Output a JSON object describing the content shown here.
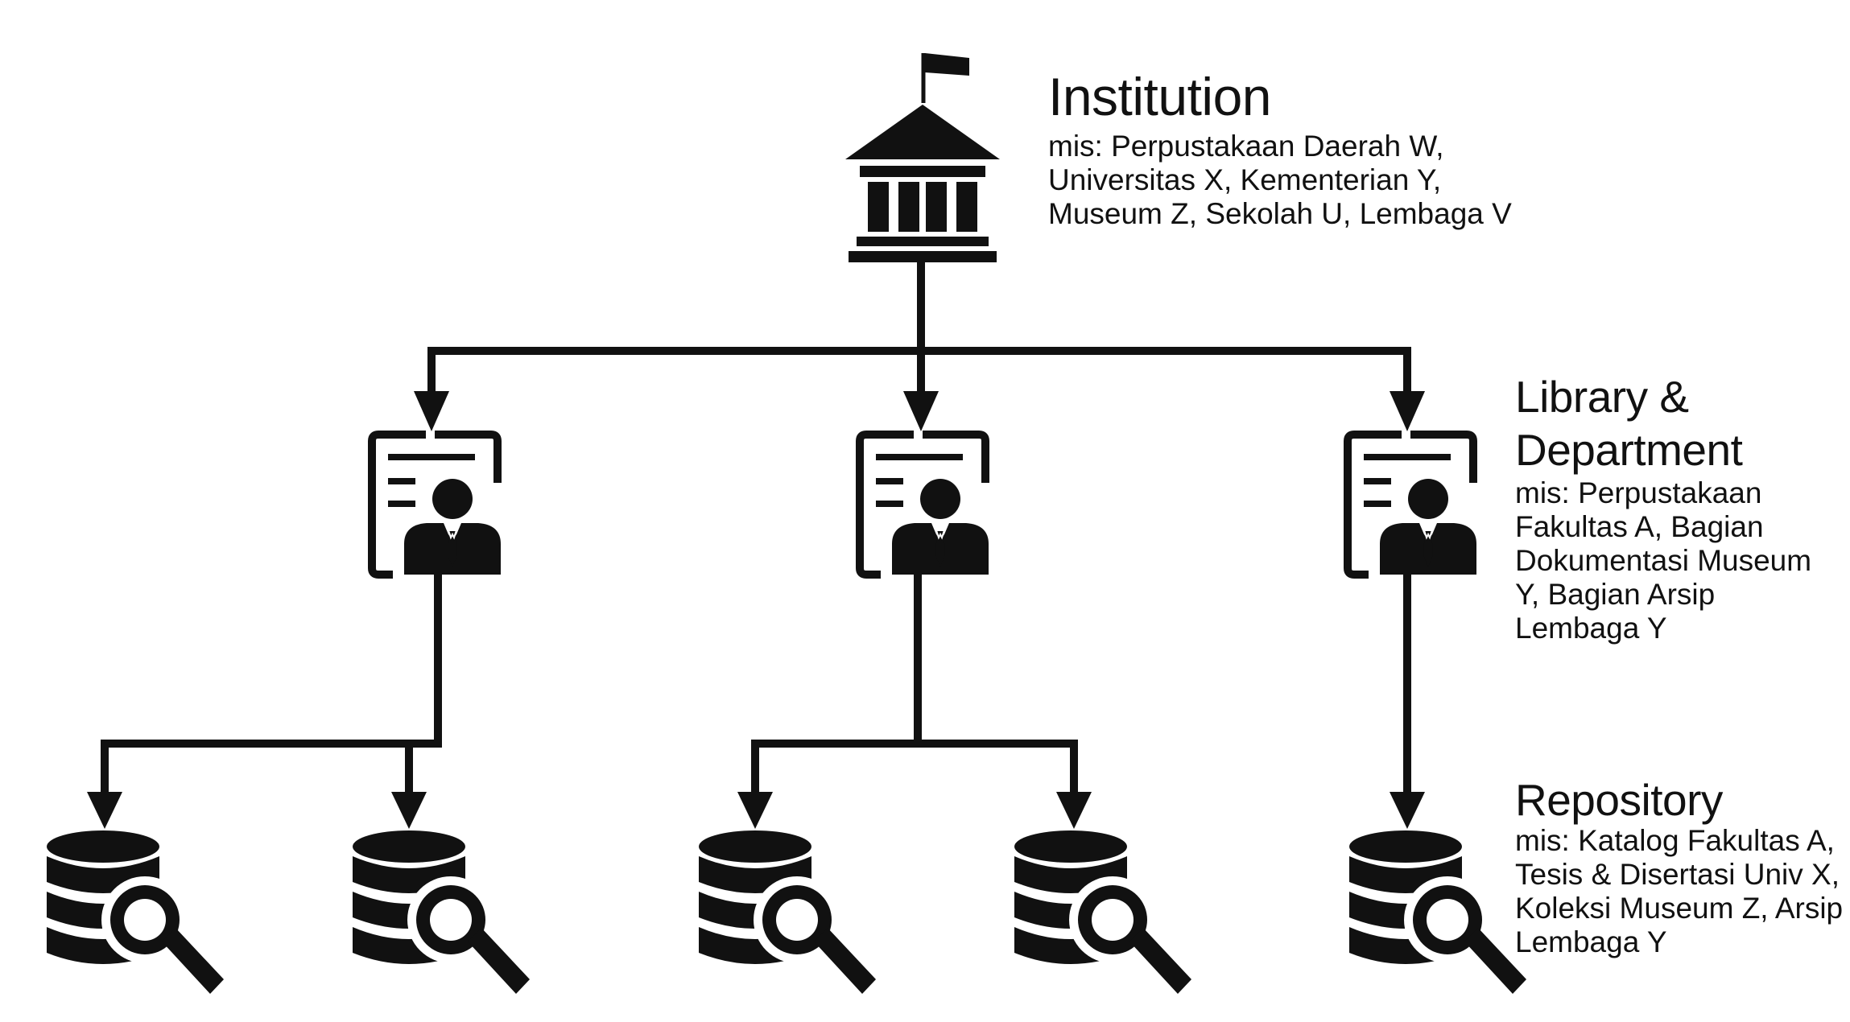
{
  "levels": {
    "institution": {
      "title": "Institution",
      "description": "mis: Perpustakaan Daerah W, Universitas X, Kementerian Y, Museum Z, Sekolah U, Lembaga V",
      "icon": "institution-building-icon"
    },
    "library": {
      "title": "Library & Department",
      "description": "mis: Perpustakaan Fakultas A, Bagian Dokumentasi Museum Y, Bagian Arsip Lembaga Y",
      "icon": "person-document-icon"
    },
    "repository": {
      "title": "Repository",
      "description": "mis: Katalog Fakultas A, Tesis & Disertasi Univ X, Koleksi Museum Z, Arsip Lembaga Y",
      "icon": "database-search-icon"
    }
  },
  "structure": {
    "library_nodes": 3,
    "repositories_per_library": [
      2,
      2,
      1
    ]
  },
  "colors": {
    "foreground": "#111111",
    "background": "#ffffff"
  }
}
